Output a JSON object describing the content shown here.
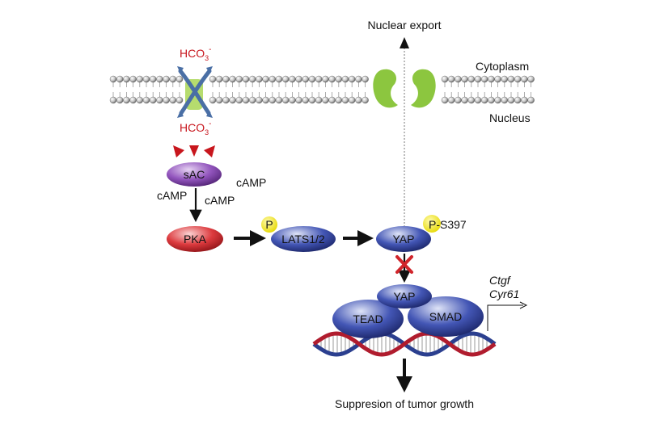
{
  "labels": {
    "nuclear_export": "Nuclear export",
    "cytoplasm": "Cytoplasm",
    "nucleus": "Nucleus",
    "hco3_top": "HCO",
    "hco3_bottom": "HCO",
    "hco3_sub": "3",
    "hco3_sup": "-",
    "camp_right": "cAMP",
    "camp_left": "cAMP",
    "camp_mid": "cAMP",
    "phospho_site": "-S397",
    "gene_1": "Ctgf",
    "gene_2": "Cyr61",
    "outcome": "Suppresion of tumor growth"
  },
  "nodes": {
    "sac": "sAC",
    "pka": "PKA",
    "lats": "LATS1/2",
    "yap_cyto": "YAP",
    "yap_complex": "YAP",
    "tead": "TEAD",
    "smad": "SMAD",
    "p_lats": "P",
    "p_yap": "P"
  },
  "colors": {
    "membrane_bead": "#c9c9c9",
    "channel": "#8cc63f",
    "transporter": "#4a6fa5",
    "bicarbonate": "#c8161d",
    "sac": "#7b3fa0",
    "pka": "#cc2229",
    "protein_blue": "#2e3f9c",
    "phospho": "#f2e600",
    "dna_red": "#b01c2e",
    "dna_blue": "#2b3f8f",
    "block_x": "#d0252b"
  }
}
